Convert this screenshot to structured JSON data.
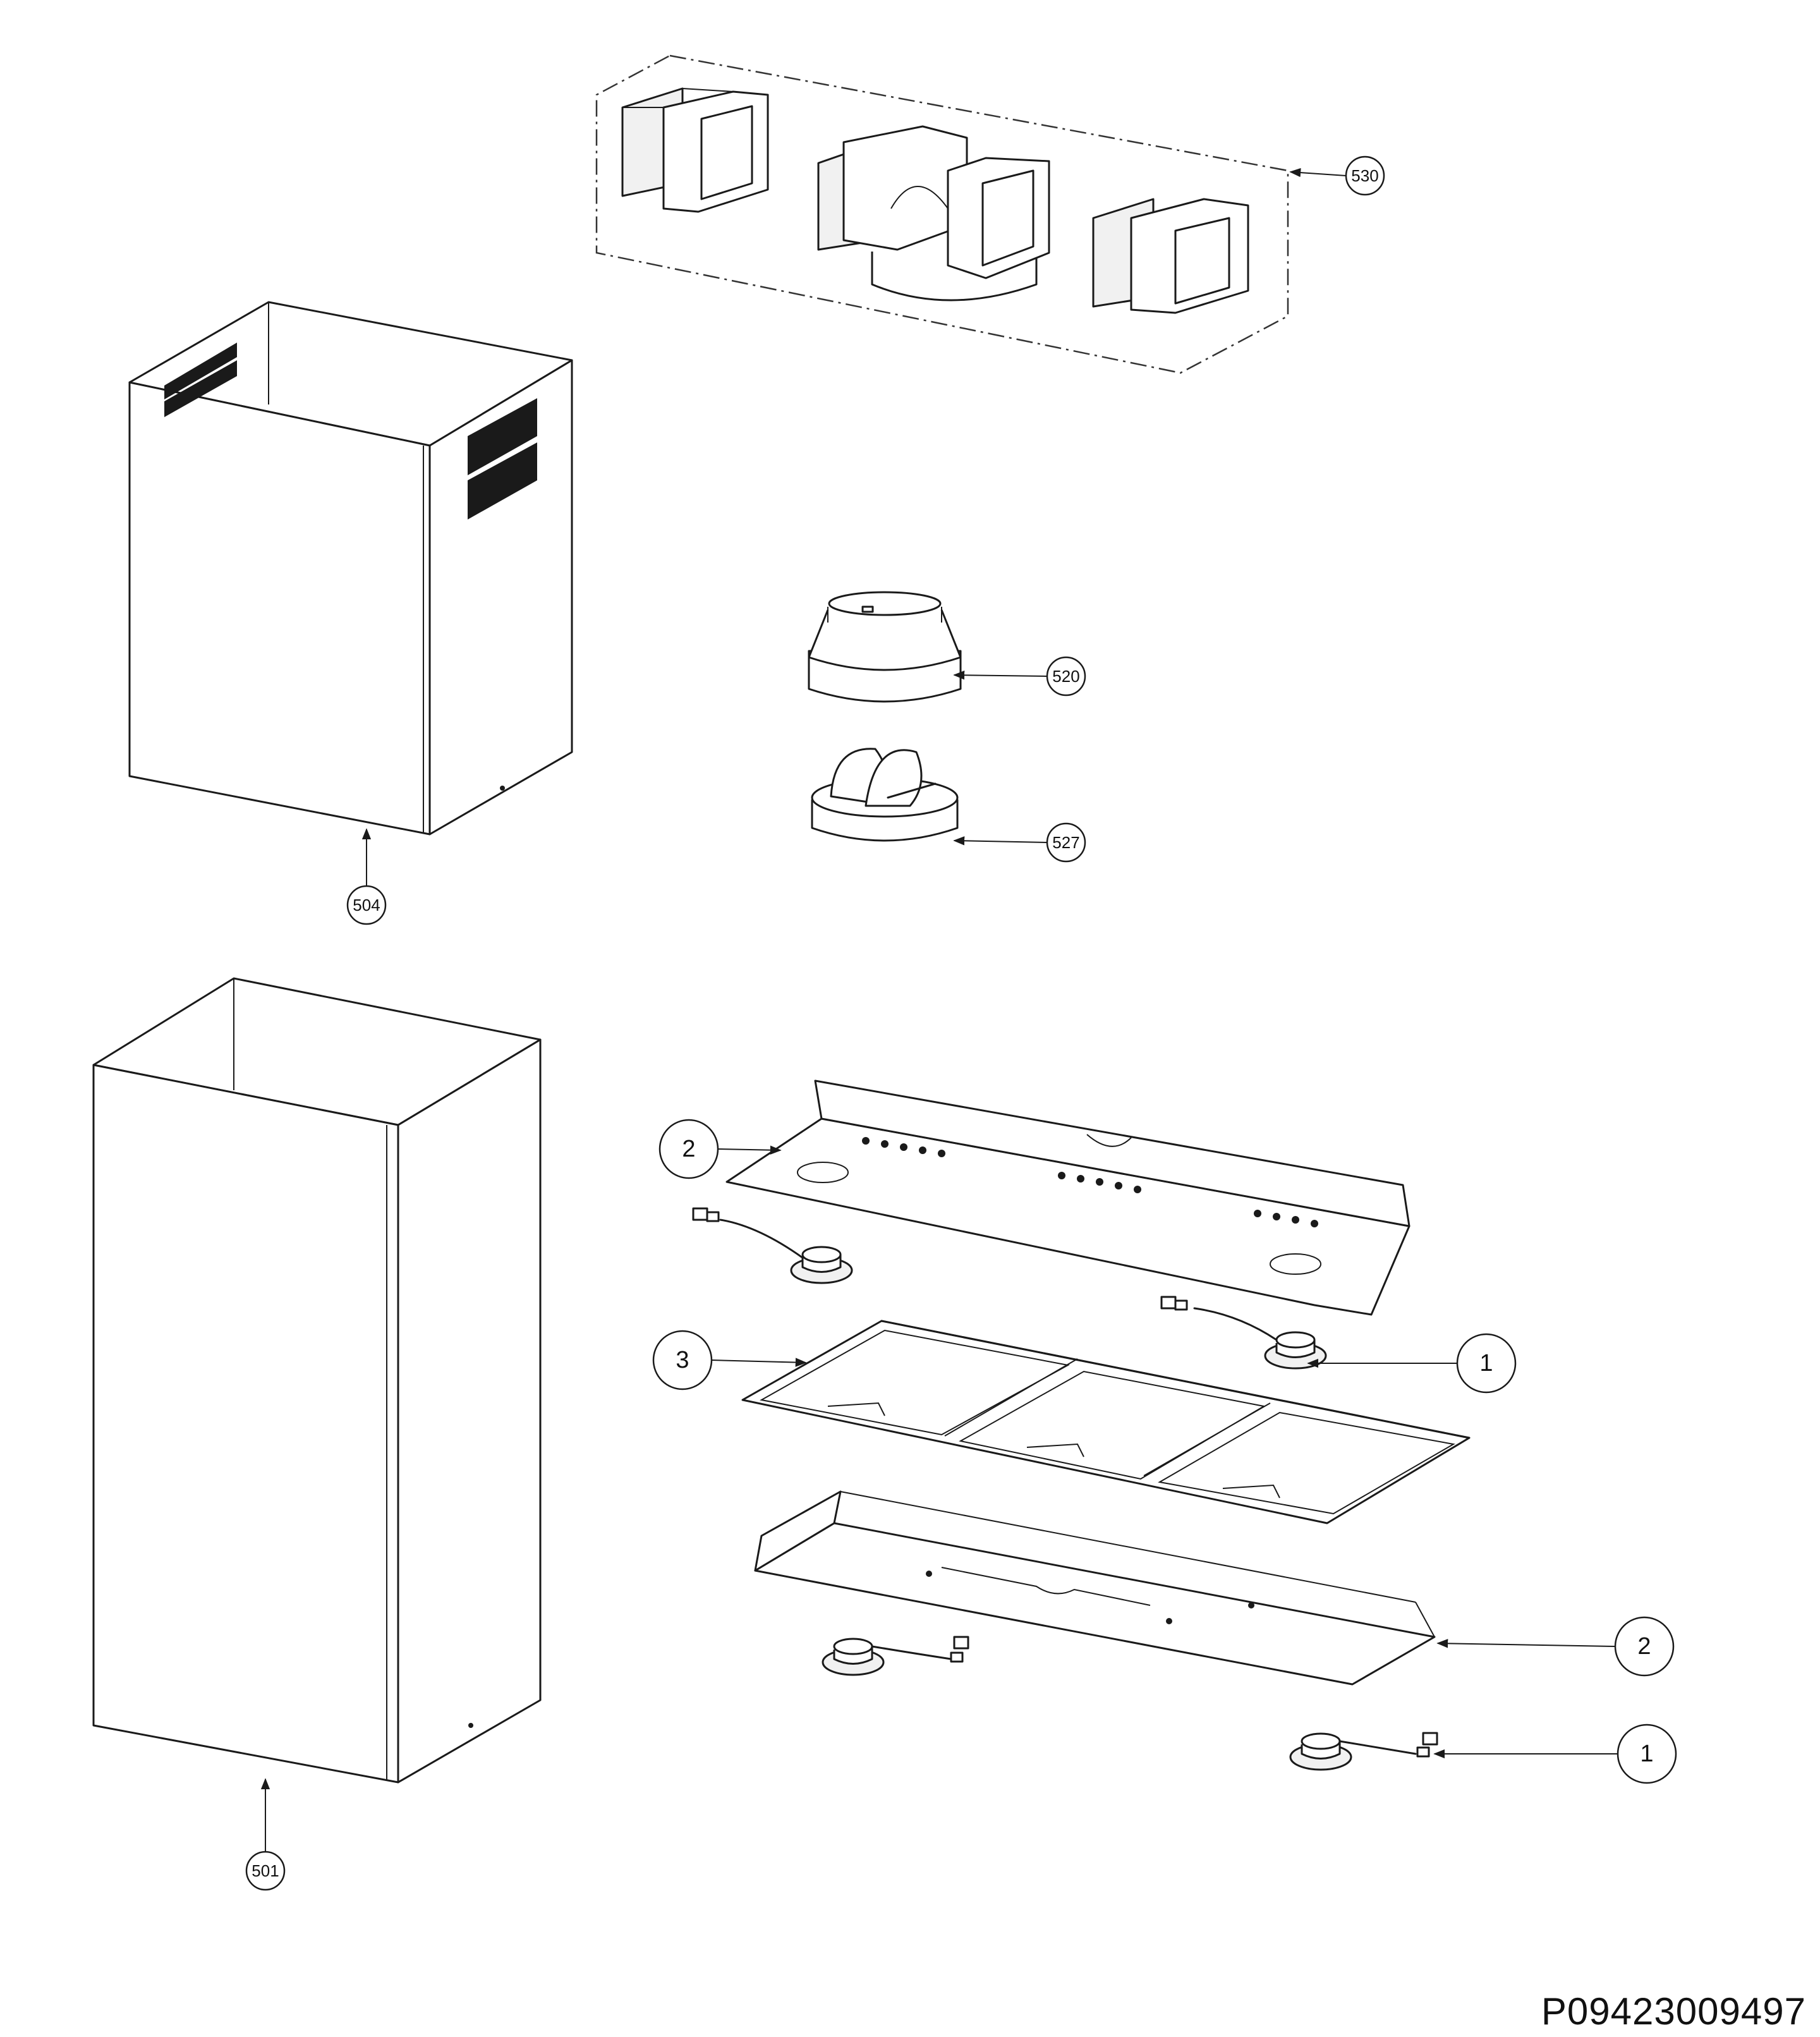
{
  "diagram": {
    "callouts": [
      {
        "id": "c530",
        "label": "530"
      },
      {
        "id": "c504",
        "label": "504"
      },
      {
        "id": "c520",
        "label": "520"
      },
      {
        "id": "c527",
        "label": "527"
      },
      {
        "id": "c501",
        "label": "501"
      },
      {
        "id": "c2a",
        "label": "2"
      },
      {
        "id": "c3",
        "label": "3"
      },
      {
        "id": "c1a",
        "label": "1"
      },
      {
        "id": "c2b",
        "label": "2"
      },
      {
        "id": "c1b",
        "label": "1"
      }
    ]
  },
  "document": {
    "id": "P09423009497"
  }
}
